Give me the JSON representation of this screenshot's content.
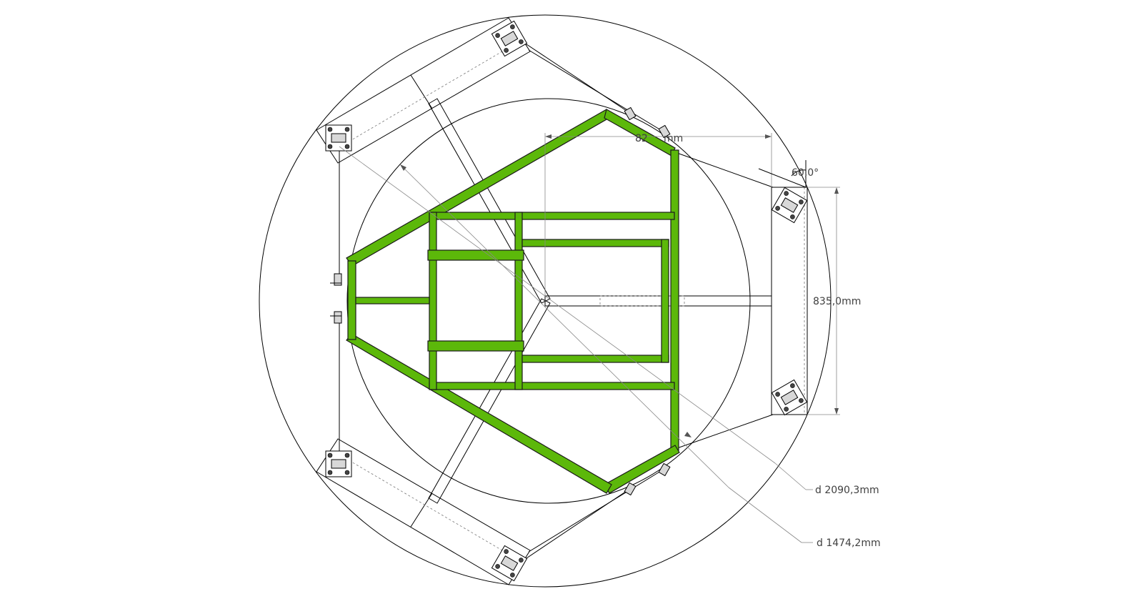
{
  "drawing": {
    "dim_width": "82",
    "dim_width_tail": "mm",
    "angle_label": "60,0°",
    "dim_height": "835,0mm",
    "outer_diameter": "d 2090,3mm",
    "inner_diameter": "d 1474,2mm"
  },
  "colors": {
    "frame": "#5cb80a",
    "lines": "#000000"
  }
}
